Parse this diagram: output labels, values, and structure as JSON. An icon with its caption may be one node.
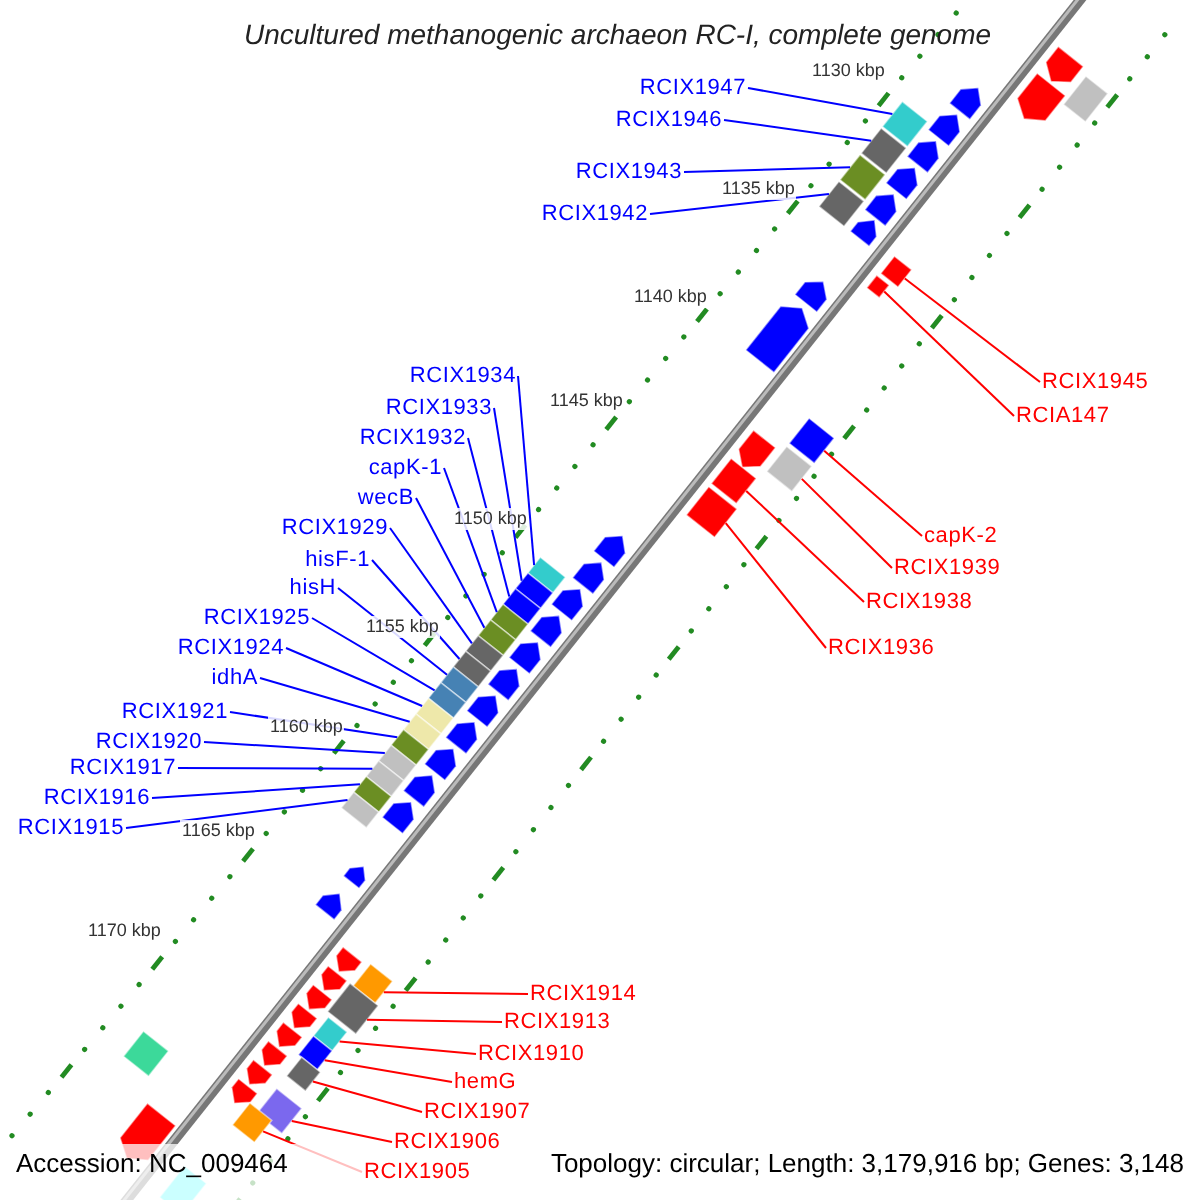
{
  "diagram": {
    "title": "Uncultured methanogenic archaeon RC-I, complete genome",
    "nodes": [
      {
        "text": [
          "RCIX1947"
        ]
      },
      {
        "text": [
          "RCIX1946"
        ]
      },
      {
        "text": [
          "RCIX1943"
        ]
      },
      {
        "text": [
          "RCIX1942"
        ]
      },
      {
        "text": [
          "RCIX1945"
        ]
      },
      {
        "text": [
          "RCIA147"
        ]
      },
      {
        "text": [
          "RCIX1934"
        ]
      },
      {
        "text": [
          "RCIX1933"
        ]
      },
      {
        "text": [
          "RCIX1932"
        ]
      },
      {
        "text": [
          "capK-1"
        ]
      },
      {
        "text": [
          "wecB"
        ]
      },
      {
        "text": [
          "capK-2"
        ]
      },
      {
        "text": [
          "RCIX1929"
        ]
      },
      {
        "text": [
          "RCIX1939"
        ]
      },
      {
        "text": [
          "hisF-1"
        ]
      },
      {
        "text": [
          "hisH"
        ]
      },
      {
        "text": [
          "RCIX1938"
        ]
      },
      {
        "text": [
          "RCIX1925"
        ]
      },
      {
        "text": [
          "RCIX1936"
        ]
      },
      {
        "text": [
          "RCIX1924"
        ]
      },
      {
        "text": [
          "idhA"
        ]
      },
      {
        "text": [
          "RCIX1921"
        ]
      },
      {
        "text": [
          "RCIX1920"
        ]
      },
      {
        "text": [
          "RCIX1917"
        ]
      },
      {
        "text": [
          "RCIX1916"
        ]
      },
      {
        "text": [
          "RCIX1915"
        ]
      },
      {
        "text": [
          "RCIX1914"
        ]
      },
      {
        "text": [
          "RCIX1913"
        ]
      },
      {
        "text": [
          "RCIX1910"
        ]
      },
      {
        "text": [
          "hemG"
        ]
      },
      {
        "text": [
          "RCIX1907"
        ]
      },
      {
        "text": [
          "RCIX1906"
        ]
      },
      {
        "text": [
          "RCIX1905"
        ]
      },
      {
        "text": [],
        "shape": "diamond"
      },
      {
        "text": [],
        "shape": "diamond"
      },
      {
        "text": [],
        "shape": "diamond"
      },
      {
        "text": [],
        "shape": "diamond"
      },
      {
        "text": [],
        "shape": "diamond"
      },
      {
        "text": [],
        "shape": "diamond"
      },
      {
        "text": [],
        "shape": "diamond"
      },
      {
        "text": [],
        "shape": "diamond"
      },
      {
        "text": [],
        "shape": "diamond"
      },
      {
        "text": [],
        "shape": "diamond"
      },
      {
        "text": [],
        "shape": "diamond"
      },
      {
        "text": [],
        "shape": "diamond"
      },
      {
        "text": [],
        "shape": "diamond"
      },
      {
        "text": [],
        "shape": "diamond"
      },
      {
        "text": [],
        "shape": "diamond"
      },
      {
        "text": [],
        "shape": "diamond"
      },
      {
        "text": [],
        "shape": "diamond"
      },
      {
        "text": [],
        "shape": "diamond"
      },
      {
        "text": [],
        "shape": "diamond"
      },
      {
        "text": [],
        "shape": "diamond"
      },
      {
        "text": [],
        "shape": "diamond"
      },
      {
        "text": [],
        "shape": "diamond"
      },
      {
        "text": [],
        "shape": "diamond"
      },
      {
        "text": [],
        "shape": "diamond"
      },
      {
        "text": [],
        "shape": "diamond"
      },
      {
        "text": [],
        "shape": "diamond"
      },
      {
        "text": [],
        "shape": "diamond"
      },
      {
        "text": [],
        "shape": "diamond"
      },
      {
        "text": [],
        "shape": "diamond"
      },
      {
        "text": [],
        "shape": "diamond"
      },
      {
        "text": [],
        "shape": "diamond"
      },
      {
        "text": [],
        "shape": "diamond"
      },
      {
        "text": [],
        "shape": "diamond"
      }
    ],
    "edges": [
      {
        "from": 0,
        "to": 33,
        "arrow": "none"
      },
      {
        "from": 1,
        "to": 34,
        "arrow": "none"
      },
      {
        "from": 2,
        "to": 35,
        "arrow": "none"
      },
      {
        "from": 3,
        "to": 36,
        "arrow": "none"
      },
      {
        "from": 4,
        "to": 37,
        "arrow": "none",
        "color": "#ff0000"
      },
      {
        "from": 5,
        "to": 38,
        "arrow": "none",
        "color": "#ff0000"
      },
      {
        "from": 6,
        "to": 39,
        "arrow": "none"
      },
      {
        "from": 7,
        "to": 40,
        "arrow": "none"
      },
      {
        "from": 8,
        "to": 41,
        "arrow": "none"
      },
      {
        "from": 9,
        "to": 42,
        "arrow": "none"
      },
      {
        "from": 10,
        "to": 43,
        "arrow": "none"
      },
      {
        "from": 11,
        "to": 44,
        "arrow": "none",
        "color": "#ff0000"
      },
      {
        "from": 12,
        "to": 45,
        "arrow": "none"
      },
      {
        "from": 13,
        "to": 46,
        "arrow": "none",
        "color": "#ff0000"
      },
      {
        "from": 14,
        "to": 47,
        "arrow": "none"
      },
      {
        "from": 15,
        "to": 48,
        "arrow": "none"
      },
      {
        "from": 16,
        "to": 49,
        "arrow": "none",
        "color": "#ff0000"
      },
      {
        "from": 17,
        "to": 50,
        "arrow": "none"
      },
      {
        "from": 18,
        "to": 51,
        "arrow": "none",
        "color": "#ff0000"
      },
      {
        "from": 19,
        "to": 52,
        "arrow": "none"
      },
      {
        "from": 20,
        "to": 53,
        "arrow": "none"
      },
      {
        "from": 21,
        "to": 54,
        "arrow": "none"
      },
      {
        "from": 22,
        "to": 55,
        "arrow": "none"
      },
      {
        "from": 23,
        "to": 56,
        "arrow": "none"
      },
      {
        "from": 24,
        "to": 57,
        "arrow": "none"
      },
      {
        "from": 25,
        "to": 58,
        "arrow": "none"
      },
      {
        "from": 26,
        "to": 59,
        "arrow": "none",
        "color": "#ff0000"
      },
      {
        "from": 27,
        "to": 60,
        "arrow": "none",
        "color": "#ff0000"
      },
      {
        "from": 28,
        "to": 61,
        "arrow": "none",
        "color": "#ff0000"
      },
      {
        "from": 29,
        "to": 62,
        "arrow": "none",
        "color": "#ff0000"
      },
      {
        "from": 30,
        "to": 63,
        "arrow": "none",
        "color": "#ff0000"
      },
      {
        "from": 31,
        "to": 64,
        "arrow": "none",
        "color": "#ff0000"
      },
      {
        "from": 32,
        "to": 65,
        "arrow": "none",
        "color": "#ff0000"
      }
    ],
    "labels": [
      "1130 kbp",
      "1135 kbp",
      "1140 kbp",
      "1145 kbp",
      "1150 kbp",
      "1155 kbp",
      "1160 kbp",
      "1165 kbp",
      "1170 kbp",
      "Accession: NC_009464",
      "Topology: circular; Length: 3,179,916 bp; Genes: 3,148"
    ]
  }
}
